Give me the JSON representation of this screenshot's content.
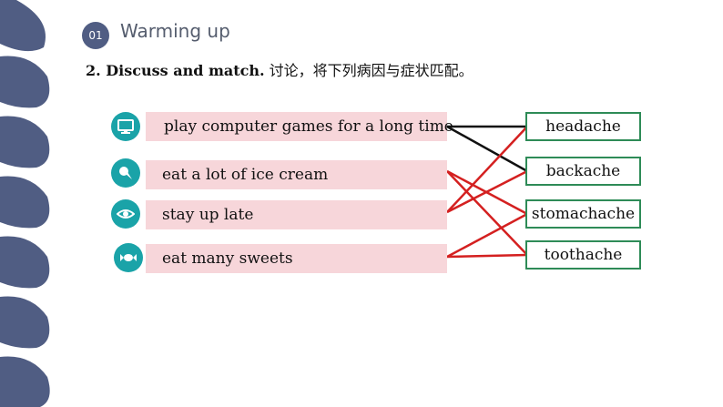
{
  "section": {
    "number": "01",
    "title": "Warming up"
  },
  "instruction": {
    "bold": "2. Discuss and match.",
    "rest": " 讨论，将下列病因与症状匹配。"
  },
  "causes": [
    {
      "label": "play computer games for a long time",
      "icon": "computer-icon"
    },
    {
      "label": "eat a lot of ice cream",
      "icon": "ice-cream-icon"
    },
    {
      "label": "stay up late",
      "icon": "eye-icon"
    },
    {
      "label": "eat many sweets",
      "icon": "candy-icon"
    }
  ],
  "symptoms": [
    {
      "label": "headache"
    },
    {
      "label": "backache"
    },
    {
      "label": "stomachache"
    },
    {
      "label": "toothache"
    }
  ],
  "matches": [
    {
      "cause": 0,
      "symptom": 0,
      "color": "#111111"
    },
    {
      "cause": 0,
      "symptom": 1,
      "color": "#111111"
    },
    {
      "cause": 1,
      "symptom": 2,
      "color": "#d42020"
    },
    {
      "cause": 1,
      "symptom": 3,
      "color": "#d42020"
    },
    {
      "cause": 2,
      "symptom": 0,
      "color": "#d42020"
    },
    {
      "cause": 2,
      "symptom": 1,
      "color": "#d42020"
    },
    {
      "cause": 3,
      "symptom": 2,
      "color": "#d42020"
    },
    {
      "cause": 3,
      "symptom": 3,
      "color": "#d42020"
    }
  ],
  "colors": {
    "accent": "#505d83",
    "icon_bg": "#1aa3a8",
    "cause_bg": "#f7d6da",
    "symptom_border": "#2e8b57"
  }
}
